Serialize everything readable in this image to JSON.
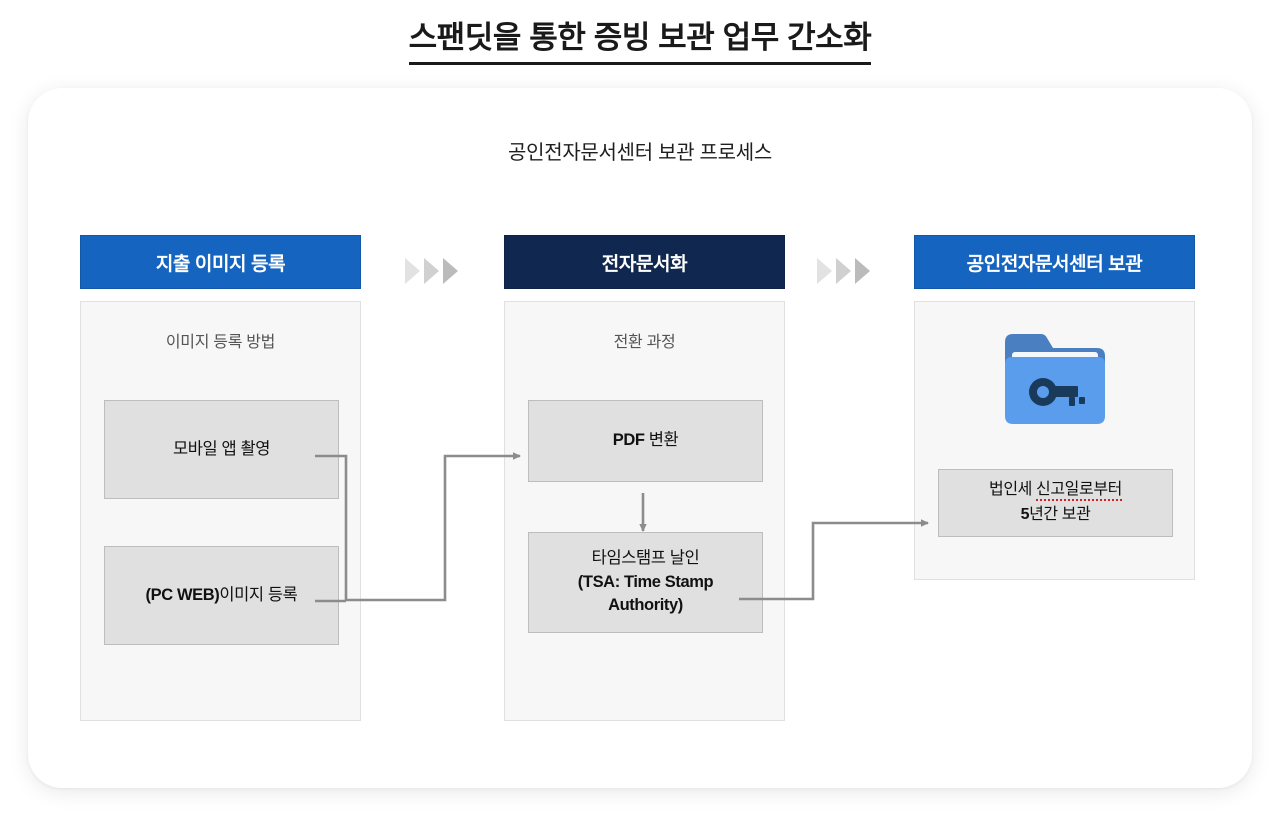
{
  "title": "스팬딧을 통한 증빙 보관 업무 간소화",
  "subtitle": "공인전자문서센터 보관 프로세스",
  "colors": {
    "header_blue": "#1565c0",
    "header_navy": "#10284f",
    "box_fill": "#e0e0e0",
    "panel_fill": "#f7f7f7",
    "connector": "#8c8c8c",
    "spellcheck_underline": "#cc2222",
    "folder_front": "#5a9ded",
    "folder_back": "#4a7fc1",
    "folder_key": "#1a3a5c"
  },
  "columns": [
    {
      "id": "expense-image-registration",
      "header": "지출 이미지 등록",
      "header_style": "blue",
      "section_label": "이미지 등록 방법",
      "boxes": [
        {
          "id": "mobile-app-capture",
          "text": "모바일 앱 촬영"
        },
        {
          "id": "pc-web-image-upload",
          "bold_prefix": "(PC WEB)",
          "text": "이미지 등록"
        }
      ]
    },
    {
      "id": "electronic-documentation",
      "header": "전자문서화",
      "header_style": "navy",
      "section_label": "전환 과정",
      "boxes": [
        {
          "id": "pdf-conversion",
          "bold_prefix": "PDF",
          "text": " 변환"
        },
        {
          "id": "timestamp-tsa",
          "line1": "타임스탬프 날인",
          "line2": "(TSA: Time Stamp",
          "line3": "Authority)"
        }
      ]
    },
    {
      "id": "certified-archive-storage",
      "header": "공인전자문서센터 보관",
      "header_style": "blue",
      "icon": "secure-folder-icon",
      "storage_note": {
        "line1_plain": "법인세 ",
        "line1_spell": "신고일로부터",
        "line2_bold": "5",
        "line2_rest": "년간 보관"
      }
    }
  ],
  "chevron_groups": [
    {
      "id": "chevron-group-1",
      "count": 3
    },
    {
      "id": "chevron-group-2",
      "count": 3
    }
  ]
}
